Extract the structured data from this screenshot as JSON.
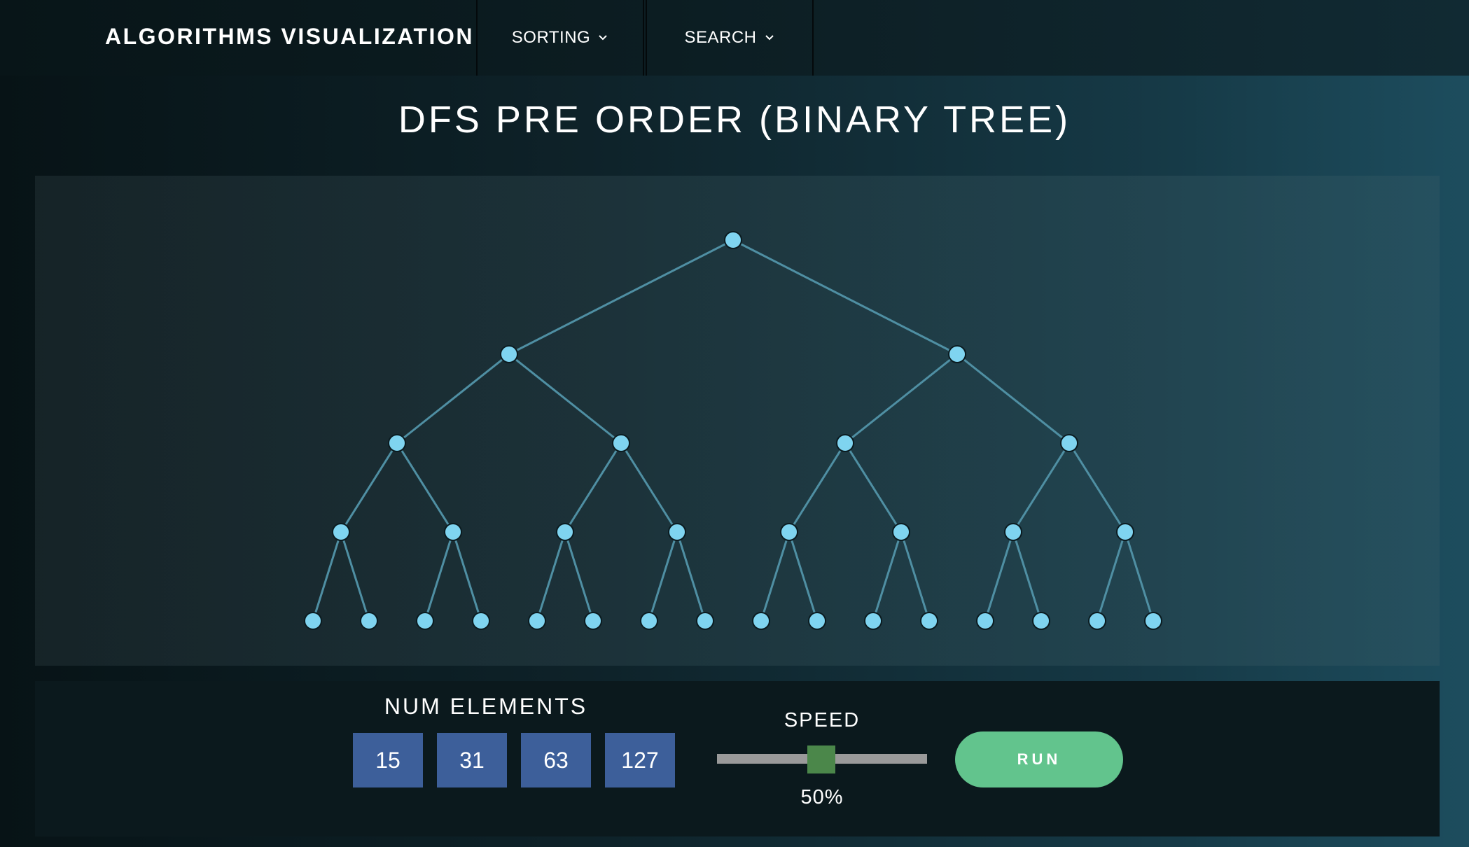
{
  "navbar": {
    "brand": "ALGORITHMS VISUALIZATION",
    "items": [
      {
        "label": "SORTING",
        "icon": "chevron-down-icon"
      },
      {
        "label": "SEARCH",
        "icon": "chevron-down-icon"
      }
    ]
  },
  "page": {
    "title": "DFS PRE ORDER (BINARY TREE)"
  },
  "tree": {
    "levels": 5,
    "node_count": 31,
    "node_color": "#7fd4f0",
    "edge_color": "#4f8fa3"
  },
  "controls": {
    "num_elements_label": "NUM ELEMENTS",
    "num_options": [
      "15",
      "31",
      "63",
      "127"
    ],
    "speed_label": "SPEED",
    "speed_value": "50%",
    "speed_fraction": 0.5,
    "run_label": "RUN"
  },
  "colors": {
    "num_button": "#3d5f9a",
    "slider_thumb": "#4b874a",
    "run_button": "#62c48d"
  }
}
